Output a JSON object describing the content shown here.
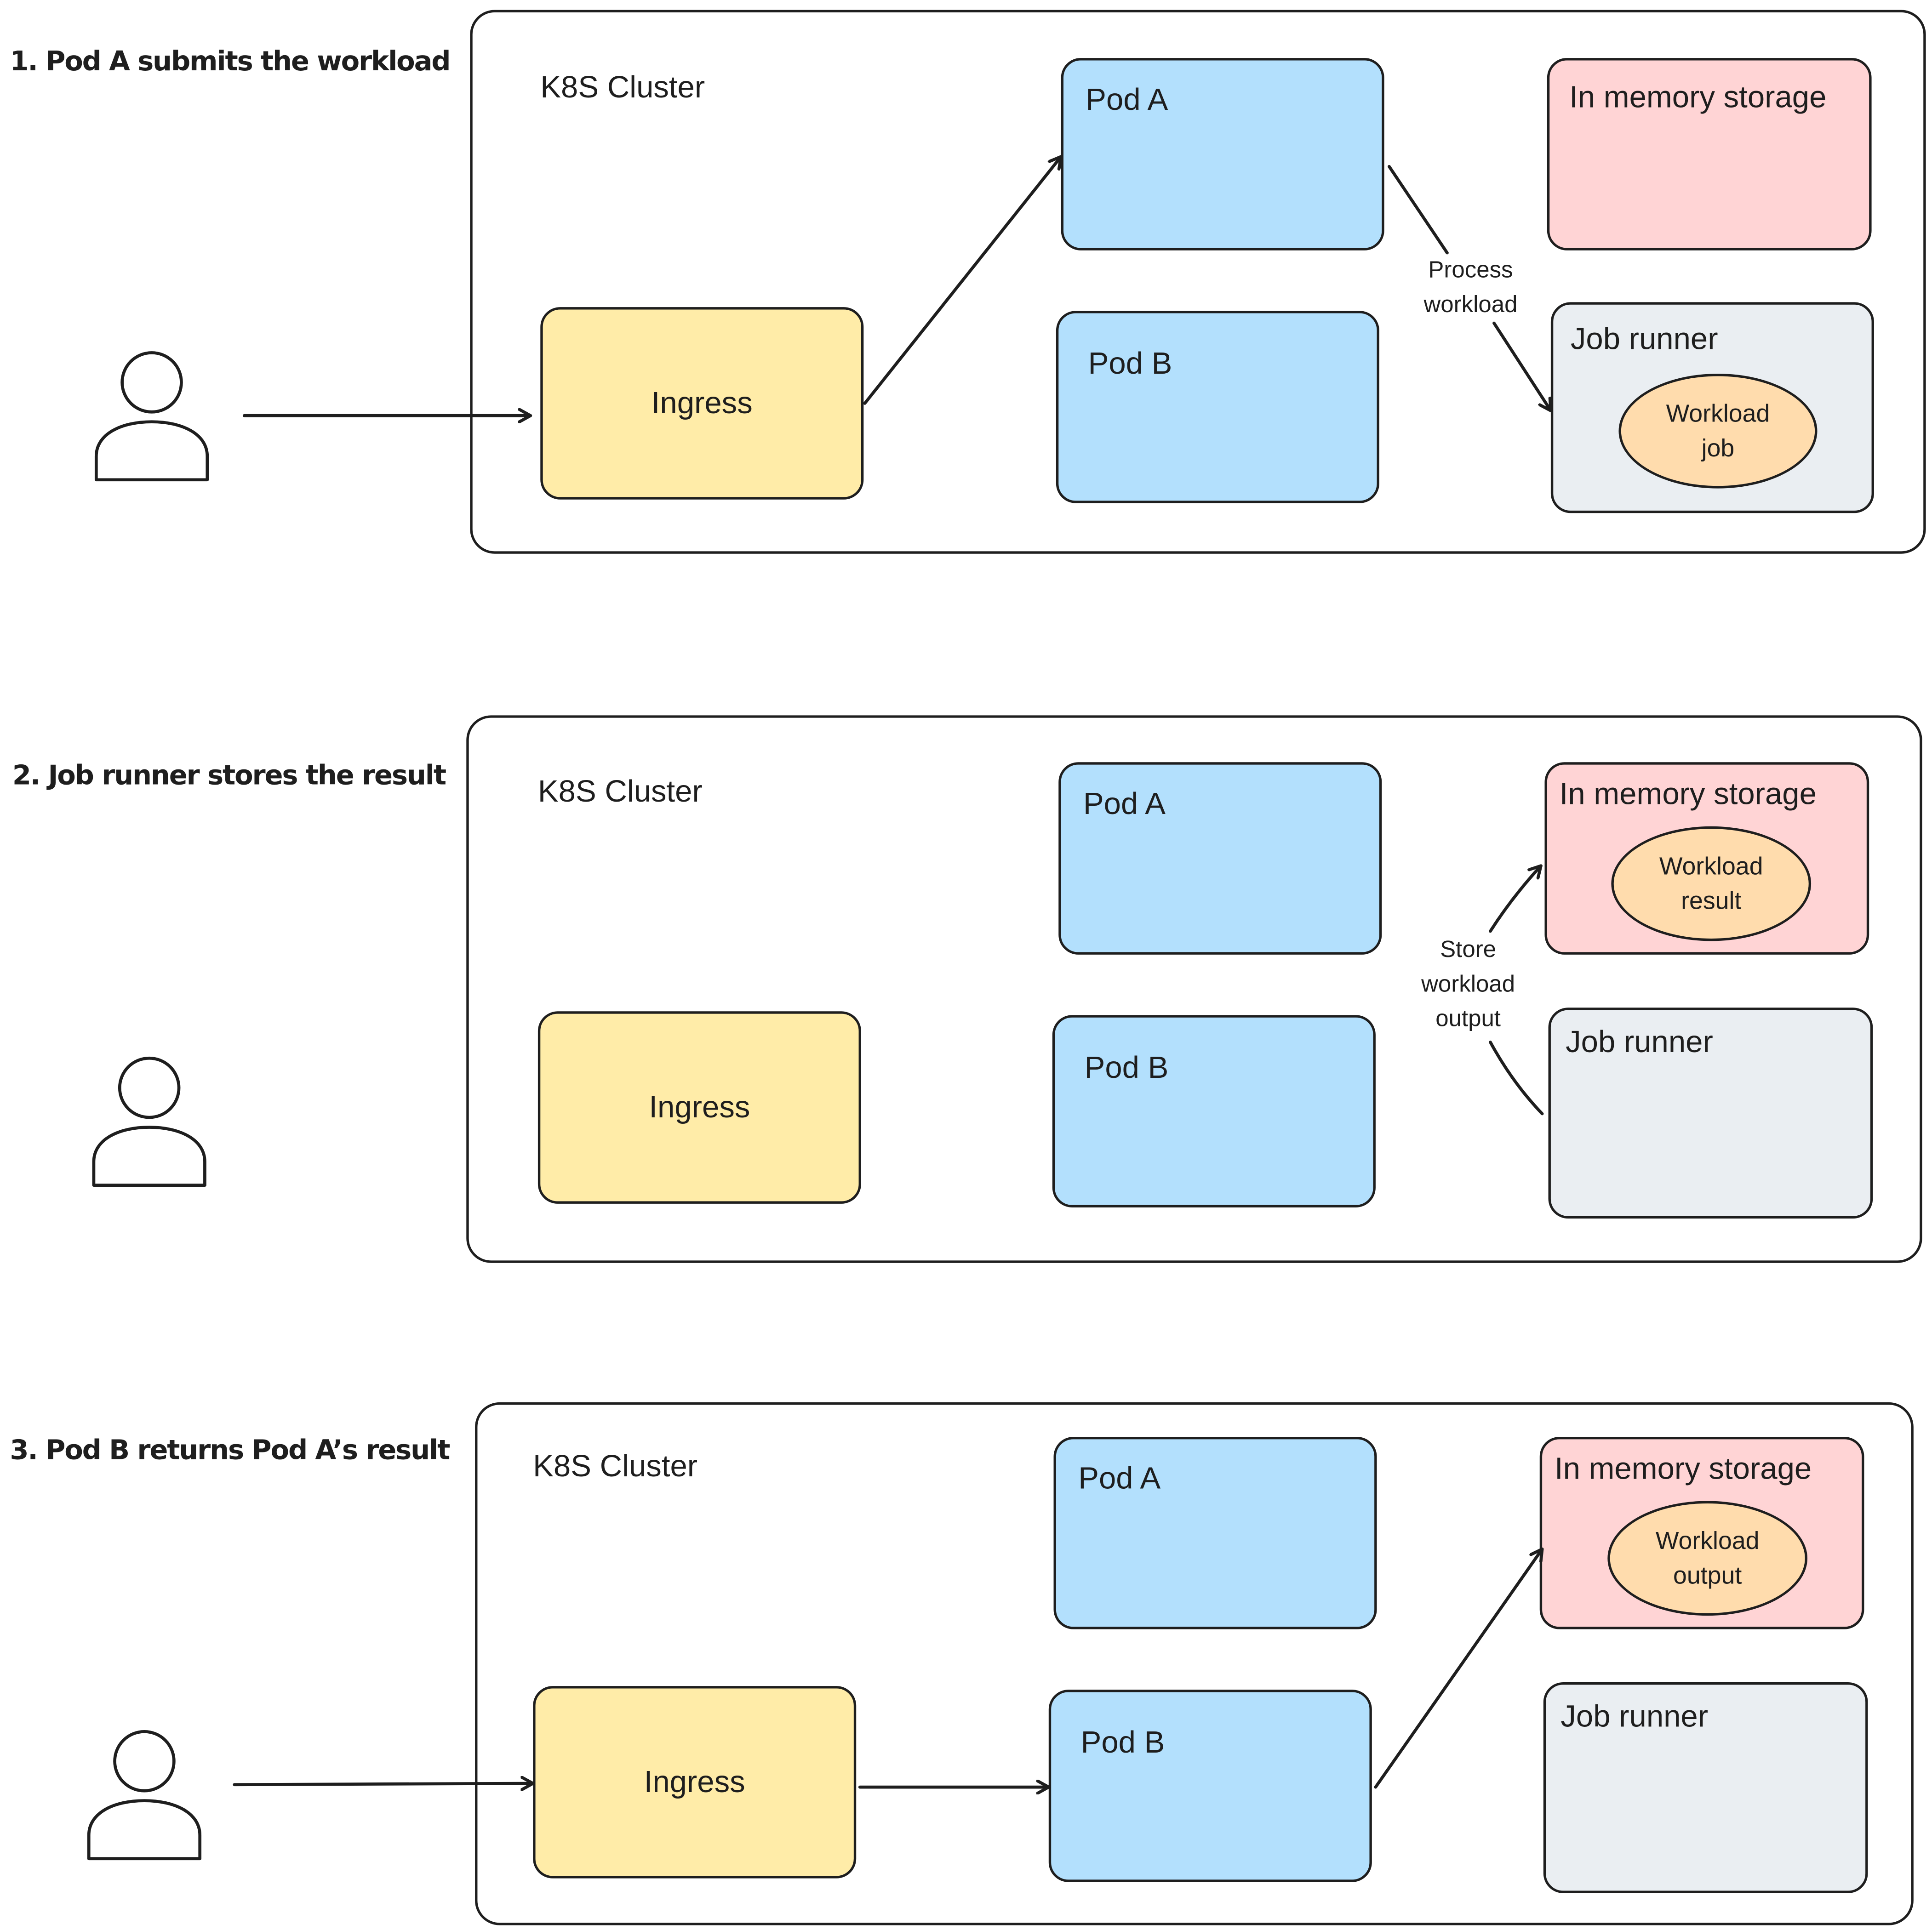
{
  "steps": [
    {
      "title": "1. Pod A submits the workload",
      "cluster_label": "K8S Cluster",
      "ingress": "Ingress",
      "pod_a": "Pod A",
      "pod_b": "Pod B",
      "memory": "In memory storage",
      "runner": "Job runner",
      "runner_item": [
        "Workload",
        "job"
      ],
      "edge_label": [
        "Process",
        "workload"
      ]
    },
    {
      "title": "2. Job runner stores the result",
      "cluster_label": "K8S Cluster",
      "ingress": "Ingress",
      "pod_a": "Pod A",
      "pod_b": "Pod B",
      "memory": "In memory storage",
      "memory_item": [
        "Workload",
        "result"
      ],
      "runner": "Job runner",
      "edge_label": [
        "Store",
        "workload",
        "output"
      ]
    },
    {
      "title": "3. Pod B returns Pod A’s result",
      "cluster_label": "K8S Cluster",
      "ingress": "Ingress",
      "pod_a": "Pod A",
      "pod_b": "Pod B",
      "memory": "In memory storage",
      "memory_item": [
        "Workload",
        "output"
      ],
      "runner": "Job runner"
    }
  ]
}
